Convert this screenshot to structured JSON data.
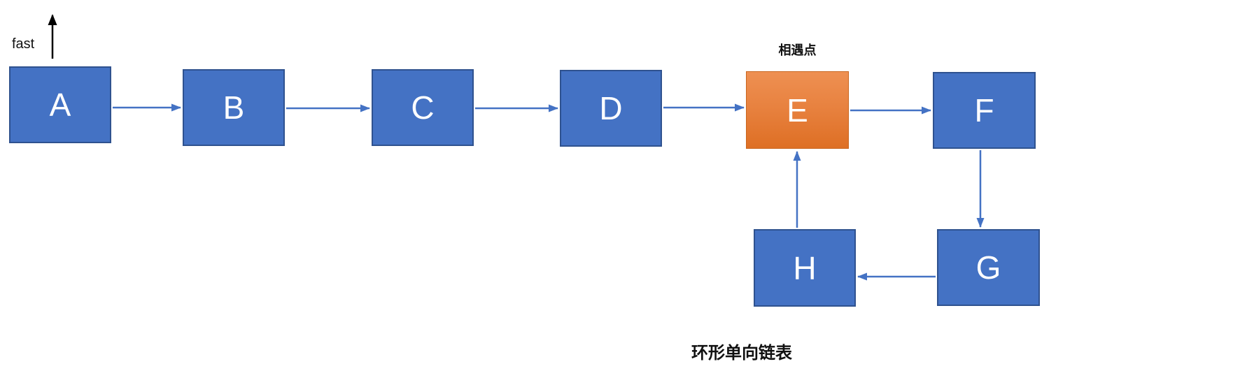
{
  "diagram": {
    "caption": "环形单向链表",
    "annotations": {
      "meeting_point_label": "相遇点",
      "fast_pointer_label": "fast",
      "fast_pointer_direction": "up"
    },
    "colors": {
      "node_fill": "#4472C4",
      "node_border": "#2F528F",
      "meeting_node_fill_top": "#EE9052",
      "meeting_node_fill_bottom": "#DE6F24",
      "meeting_node_border": "#C9661F",
      "arrow": "#4472C4",
      "fast_arrow": "#000000",
      "node_text": "#FFFFFF",
      "label_text": "#111111",
      "background": "#FFFFFF"
    },
    "nodes": [
      {
        "id": "A",
        "label": "A",
        "role": "normal"
      },
      {
        "id": "B",
        "label": "B",
        "role": "normal"
      },
      {
        "id": "C",
        "label": "C",
        "role": "normal"
      },
      {
        "id": "D",
        "label": "D",
        "role": "normal"
      },
      {
        "id": "E",
        "label": "E",
        "role": "meeting-point"
      },
      {
        "id": "F",
        "label": "F",
        "role": "normal"
      },
      {
        "id": "G",
        "label": "G",
        "role": "normal"
      },
      {
        "id": "H",
        "label": "H",
        "role": "normal"
      }
    ],
    "edges": [
      {
        "from": "A",
        "to": "B"
      },
      {
        "from": "B",
        "to": "C"
      },
      {
        "from": "C",
        "to": "D"
      },
      {
        "from": "D",
        "to": "E"
      },
      {
        "from": "E",
        "to": "F"
      },
      {
        "from": "F",
        "to": "G"
      },
      {
        "from": "G",
        "to": "H"
      },
      {
        "from": "H",
        "to": "E"
      }
    ]
  }
}
